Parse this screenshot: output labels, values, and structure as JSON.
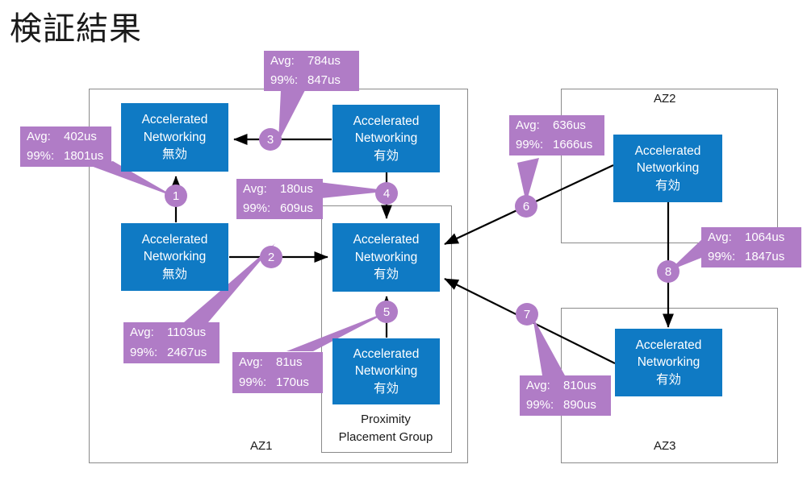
{
  "page": {
    "title": "検証結果",
    "background": "#ffffff",
    "accent_blue": "#0f7ac4",
    "accent_purple": "#b07cc6",
    "line_color": "#000000",
    "zone_border": "#8a8a8a"
  },
  "zones": [
    {
      "id": "az1",
      "label": "AZ1"
    },
    {
      "id": "ppg",
      "label": "Proximity\nPlacement Group",
      "label_line1": "Proximity",
      "label_line2": "Placement Group"
    },
    {
      "id": "az2",
      "label": "AZ2"
    },
    {
      "id": "az3",
      "label": "AZ3"
    }
  ],
  "vms": [
    {
      "id": "vm-az1-topleft",
      "line1": "Accelerated",
      "line2": "Networking",
      "line3": "無効",
      "zone": "AZ1"
    },
    {
      "id": "vm-az1-topright",
      "line1": "Accelerated",
      "line2": "Networking",
      "line3": "有効",
      "zone": "AZ1"
    },
    {
      "id": "vm-az1-botleft",
      "line1": "Accelerated",
      "line2": "Networking",
      "line3": "無効",
      "zone": "AZ1"
    },
    {
      "id": "vm-az1-center",
      "line1": "Accelerated",
      "line2": "Networking",
      "line3": "有効",
      "zone": "PPG"
    },
    {
      "id": "vm-ppg-bottom",
      "line1": "Accelerated",
      "line2": "Networking",
      "line3": "有効",
      "zone": "PPG"
    },
    {
      "id": "vm-az2",
      "line1": "Accelerated",
      "line2": "Networking",
      "line3": "有効",
      "zone": "AZ2"
    },
    {
      "id": "vm-az3",
      "line1": "Accelerated",
      "line2": "Networking",
      "line3": "有効",
      "zone": "AZ3"
    }
  ],
  "measurements": [
    {
      "marker": "1",
      "avg_label": "Avg:",
      "avg_value": "402us",
      "p99_label": "99%:",
      "p99_value": "1801us"
    },
    {
      "marker": "2",
      "avg_label": "Avg:",
      "avg_value": "1103us",
      "p99_label": "99%:",
      "p99_value": "2467us"
    },
    {
      "marker": "3",
      "avg_label": "Avg:",
      "avg_value": "784us",
      "p99_label": "99%:",
      "p99_value": "847us"
    },
    {
      "marker": "4",
      "avg_label": "Avg:",
      "avg_value": "180us",
      "p99_label": "99%:",
      "p99_value": "609us"
    },
    {
      "marker": "5",
      "avg_label": "Avg:",
      "avg_value": "81us",
      "p99_label": "99%:",
      "p99_value": "170us"
    },
    {
      "marker": "6",
      "avg_label": "Avg:",
      "avg_value": "636us",
      "p99_label": "99%:",
      "p99_value": "1666us"
    },
    {
      "marker": "7",
      "avg_label": "Avg:",
      "avg_value": "810us",
      "p99_label": "99%:",
      "p99_value": "890us"
    },
    {
      "marker": "8",
      "avg_label": "Avg:",
      "avg_value": "1064us",
      "p99_label": "99%:",
      "p99_value": "1847us"
    }
  ],
  "markers": [
    {
      "n": "1"
    },
    {
      "n": "2"
    },
    {
      "n": "3"
    },
    {
      "n": "4"
    },
    {
      "n": "5"
    },
    {
      "n": "6"
    },
    {
      "n": "7"
    },
    {
      "n": "8"
    }
  ]
}
